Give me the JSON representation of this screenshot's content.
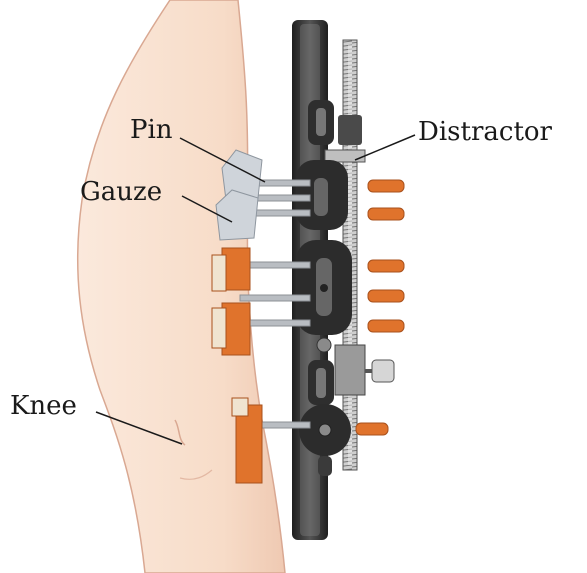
{
  "labels": {
    "pin": "Pin",
    "gauze": "Gauze",
    "distractor": "Distractor",
    "knee": "Knee"
  },
  "colors": {
    "skin": "#f7dcc8",
    "skin_outline": "#d9a892",
    "frame_dark": "#2a2a2a",
    "frame_mid": "#6f6f6f",
    "gauze": "#cfd4da",
    "pad_orange": "#e0732c",
    "pad_orange_dark": "#a8511c",
    "pin_metal": "#b9bdc2"
  }
}
